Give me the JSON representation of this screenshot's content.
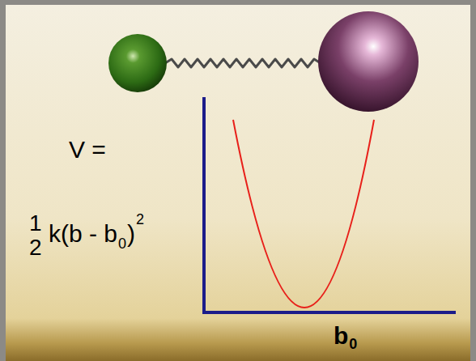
{
  "diagram": {
    "labels": [
      "V =",
      "1",
      "2",
      "k(b - b",
      "0",
      ")",
      "2",
      "b",
      "0"
    ]
  }
}
